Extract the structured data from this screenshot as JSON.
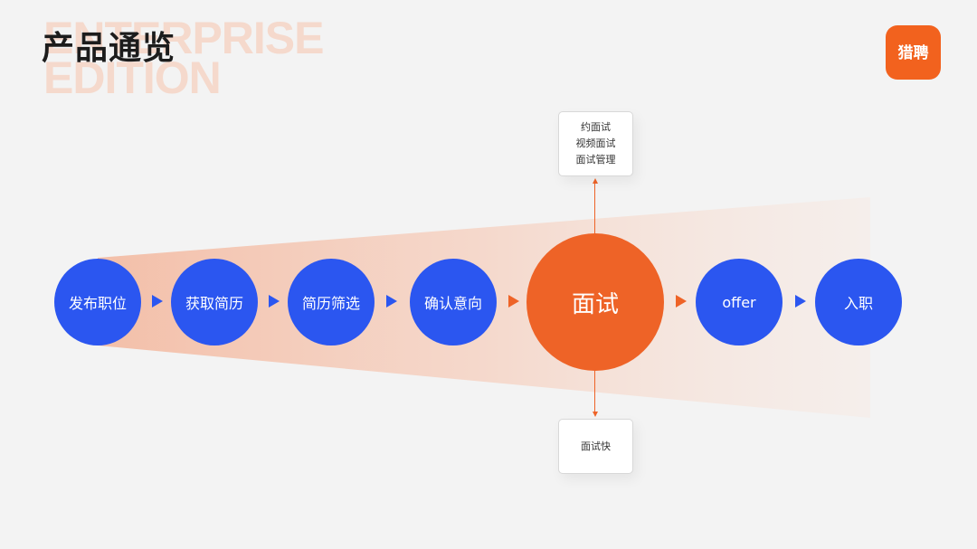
{
  "header": {
    "title": "产品通览",
    "watermark": "ENTERPRISE\nEDITION",
    "logo_text": "猎聘"
  },
  "flow": {
    "steps": [
      {
        "label": "发布职位"
      },
      {
        "label": "获取简历"
      },
      {
        "label": "简历筛选"
      },
      {
        "label": "确认意向"
      },
      {
        "label": "面试"
      },
      {
        "label": "offer"
      },
      {
        "label": "入职"
      }
    ],
    "highlight_step": "面试",
    "top_box": [
      "约面试",
      "视频面试",
      "面试管理"
    ],
    "bottom_box": [
      "面试快"
    ]
  },
  "colors": {
    "primary_blue": "#2b56f0",
    "accent_orange": "#ee6327",
    "brand_orange": "#f2621e",
    "background": "#f3f3f3"
  }
}
